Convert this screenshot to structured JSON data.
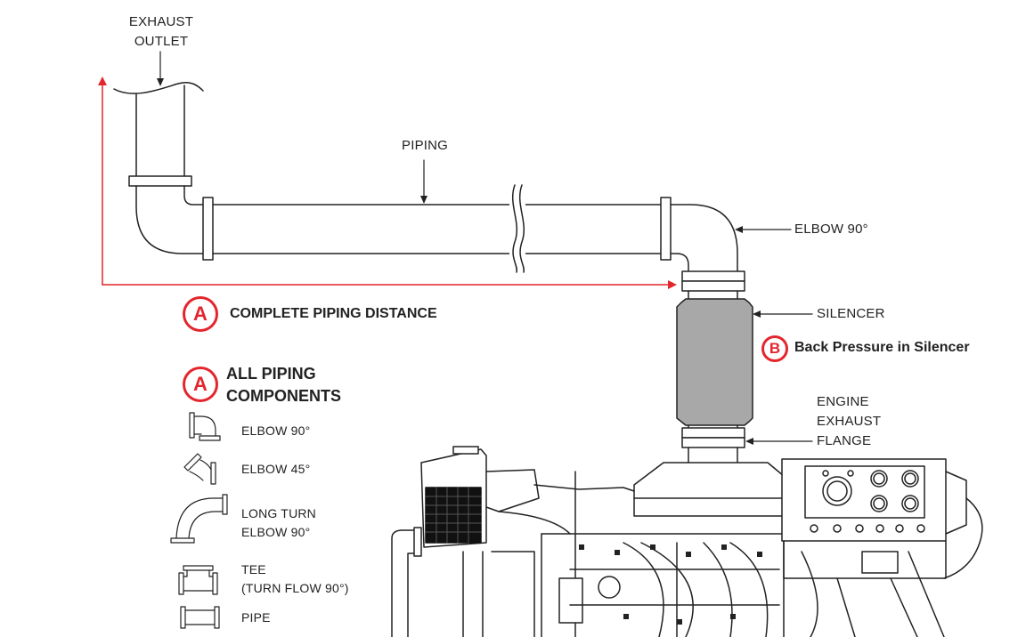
{
  "colors": {
    "accent": "#e3262d",
    "line": "#222222",
    "silencer": "#a8a8a8",
    "grid": "#111111"
  },
  "labels": {
    "exhaust_outlet": [
      "EXHAUST",
      "OUTLET"
    ],
    "piping": "PIPING",
    "elbow_90": "ELBOW 90°",
    "silencer": "SILENCER",
    "back_pressure": "Back Pressure in Silencer",
    "engine_flange": [
      "ENGINE",
      "EXHAUST",
      "FLANGE"
    ],
    "complete_piping": "COMPLETE PIPING DISTANCE",
    "all_piping": [
      "ALL PIPING",
      "COMPONENTS"
    ]
  },
  "badges": {
    "a": "A",
    "b": "B"
  },
  "legend": [
    {
      "icon": "elbow-90-icon",
      "text": [
        "ELBOW 90°"
      ]
    },
    {
      "icon": "elbow-45-icon",
      "text": [
        "ELBOW 45°"
      ]
    },
    {
      "icon": "long-turn-elbow-icon",
      "text": [
        "LONG TURN",
        "ELBOW 90°"
      ]
    },
    {
      "icon": "tee-icon",
      "text": [
        "TEE",
        "(TURN FLOW 90°)"
      ]
    },
    {
      "icon": "pipe-icon",
      "text": [
        "PIPE"
      ]
    }
  ]
}
